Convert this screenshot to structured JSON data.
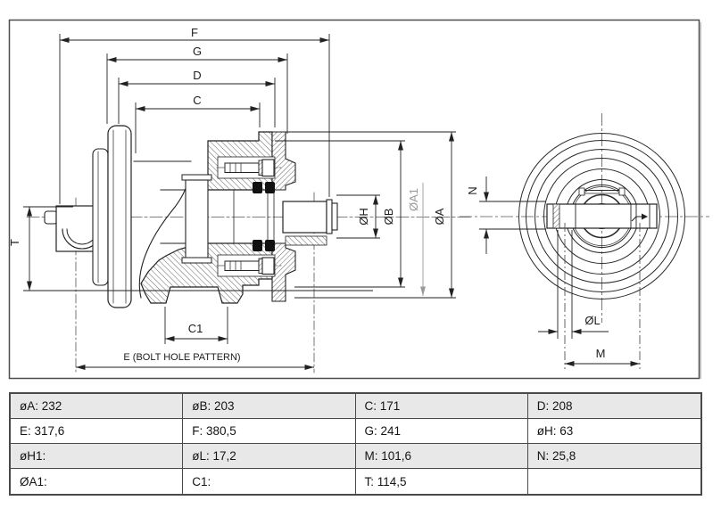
{
  "drawing": {
    "title": "track roller technical drawing",
    "labels": {
      "dim_f": "F",
      "dim_g": "G",
      "dim_d": "D",
      "dim_c": "C",
      "dim_t": "T",
      "dim_c1": "C1",
      "dim_e": "E (BOLT HOLE PATTERN)",
      "dim_oh": "ØH",
      "dim_ob": "ØB",
      "dim_oa1": "ØA1",
      "dim_oa": "ØA",
      "dim_n": "N",
      "dim_ol": "ØL",
      "dim_m": "M"
    },
    "colors": {
      "line": "#222222",
      "dim_line": "#222222",
      "gray_dim": "#9a9a9a",
      "frame": "#4d4d4d",
      "hatch": "#3d3d3d",
      "seal_fill": "#111111"
    }
  },
  "table": {
    "colors": {
      "border": "#4a4a4a",
      "shaded_row": "#e8e8e8",
      "plain_row": "#ffffff",
      "text": "#141414"
    },
    "rows": [
      {
        "cells": [
          "øA: 232",
          "øB: 203",
          "C: 171",
          "D: 208"
        ]
      },
      {
        "cells": [
          "E: 317,6",
          "F: 380,5",
          "G: 241",
          "øH: 63"
        ]
      },
      {
        "cells": [
          "øH1:",
          "øL: 17,2",
          "M: 101,6",
          "N: 25,8"
        ]
      },
      {
        "cells": [
          "ØA1:",
          "C1:",
          "T: 114,5",
          ""
        ]
      }
    ]
  }
}
